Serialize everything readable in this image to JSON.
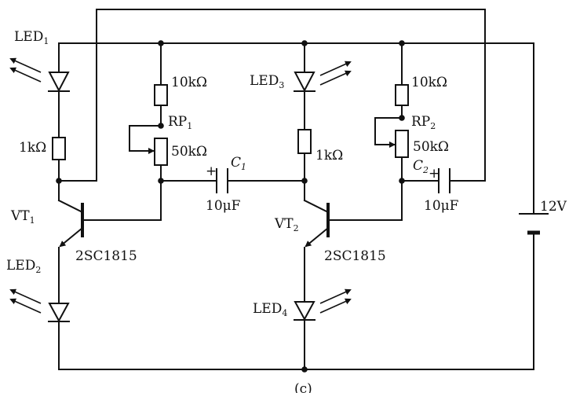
{
  "labels": {
    "led1": "LED",
    "led1_sub": "1",
    "led2": "LED",
    "led2_sub": "2",
    "led3": "LED",
    "led3_sub": "3",
    "led4": "LED",
    "led4_sub": "4",
    "r1": "1kΩ",
    "r2": "10kΩ",
    "rp1": "RP",
    "rp1_sub": "1",
    "rp1_val": "50kΩ",
    "c1": "C",
    "c1_sub": "1",
    "c1_plus": "+",
    "c1_val": "10μF",
    "r3": "1kΩ",
    "r4": "10kΩ",
    "rp2": "RP",
    "rp2_sub": "2",
    "rp2_val": "50kΩ",
    "c2": "C",
    "c2_sub": "2",
    "c2_plus": "+",
    "c2_val": "10μF",
    "vt1": "VT",
    "vt1_sub": "1",
    "vt1_part": "2SC1815",
    "vt2": "VT",
    "vt2_sub": "2",
    "vt2_part": "2SC1815",
    "battery": "12V",
    "caption": "(c)"
  }
}
